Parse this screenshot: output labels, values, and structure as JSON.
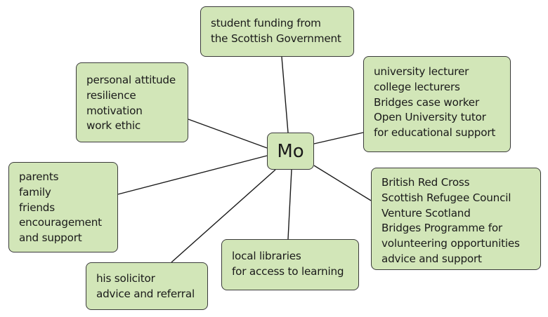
{
  "diagram": {
    "type": "mind-map",
    "colors": {
      "node_fill": "#d2e6b8",
      "node_border": "#3a3a3a",
      "line": "#1a1a1a",
      "text": "#1a1a1a"
    },
    "center": {
      "label": "Mo"
    },
    "nodes": [
      {
        "id": "funding",
        "lines": [
          "student funding from",
          "the Scottish Government"
        ]
      },
      {
        "id": "educators",
        "lines": [
          "university lecturer",
          "college lecturers",
          "Bridges case worker",
          "Open University tutor",
          "for educational support"
        ]
      },
      {
        "id": "organisations",
        "lines": [
          "British Red Cross",
          "Scottish Refugee Council",
          "Venture Scotland",
          "Bridges Programme for",
          "volunteering opportunities",
          "advice and support"
        ]
      },
      {
        "id": "libraries",
        "lines": [
          "local libraries",
          "for access to learning"
        ]
      },
      {
        "id": "solicitor",
        "lines": [
          "his solicitor",
          "advice and referral"
        ]
      },
      {
        "id": "family",
        "lines": [
          "parents",
          "family",
          "friends",
          "encouragement",
          "and support"
        ]
      },
      {
        "id": "personal",
        "lines": [
          "personal attitude",
          "resilience",
          "motivation",
          "work ethic"
        ]
      }
    ]
  }
}
